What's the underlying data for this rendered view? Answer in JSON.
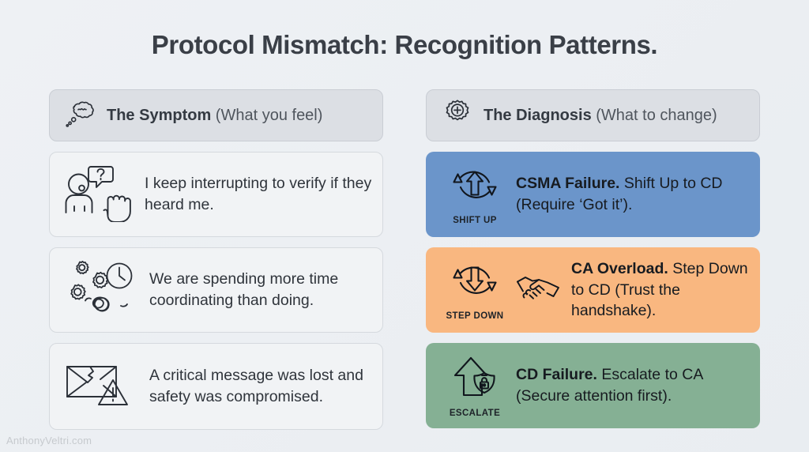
{
  "title": "Protocol Mismatch: Recognition Patterns.",
  "watermark": "AnthonyVeltri.com",
  "colors": {
    "background": "#eceff3",
    "title_text": "#3a3f47",
    "header_card": "#dcdfe4",
    "symptom_card": "#f1f3f5",
    "blue": "#6b95ca",
    "orange": "#f9b780",
    "green": "#85b094"
  },
  "headers": {
    "symptom": {
      "icon": "thought-cloud-icon",
      "bold": "The Symptom",
      "normal": " (What you feel)"
    },
    "diagnosis": {
      "icon": "gear-plus-icon",
      "bold": "The Diagnosis",
      "normal": " (What to change)"
    }
  },
  "rows": [
    {
      "symptom": {
        "icon": "person-question-hand-icon",
        "text": "I keep interrupting to verify if they heard me."
      },
      "diagnosis": {
        "color": "blue",
        "badge_icon": "circular-arrow-up-icon",
        "badge_label": "SHIFT UP",
        "extra_icon": "",
        "bold": "CSMA Failure.",
        "normal": " Shift Up to CD (Require ‘Got it’)."
      }
    },
    {
      "symptom": {
        "icon": "gears-clock-tangle-icon",
        "text": "We are spending more time coordinating than doing."
      },
      "diagnosis": {
        "color": "orange",
        "badge_icon": "circular-arrow-down-icon",
        "badge_label": "STEP DOWN",
        "extra_icon": "handshake-icon",
        "bold": "CA Overload.",
        "normal": " Step Down to CD (Trust the handshake)."
      }
    },
    {
      "symptom": {
        "icon": "broken-envelope-warning-icon",
        "text": "A critical message was lost and safety was compromised."
      },
      "diagnosis": {
        "color": "green",
        "badge_icon": "arrow-up-shield-lock-icon",
        "badge_label": "ESCALATE",
        "extra_icon": "",
        "bold": "CD Failure.",
        "normal": " Escalate to CA (Secure attention first)."
      }
    }
  ]
}
